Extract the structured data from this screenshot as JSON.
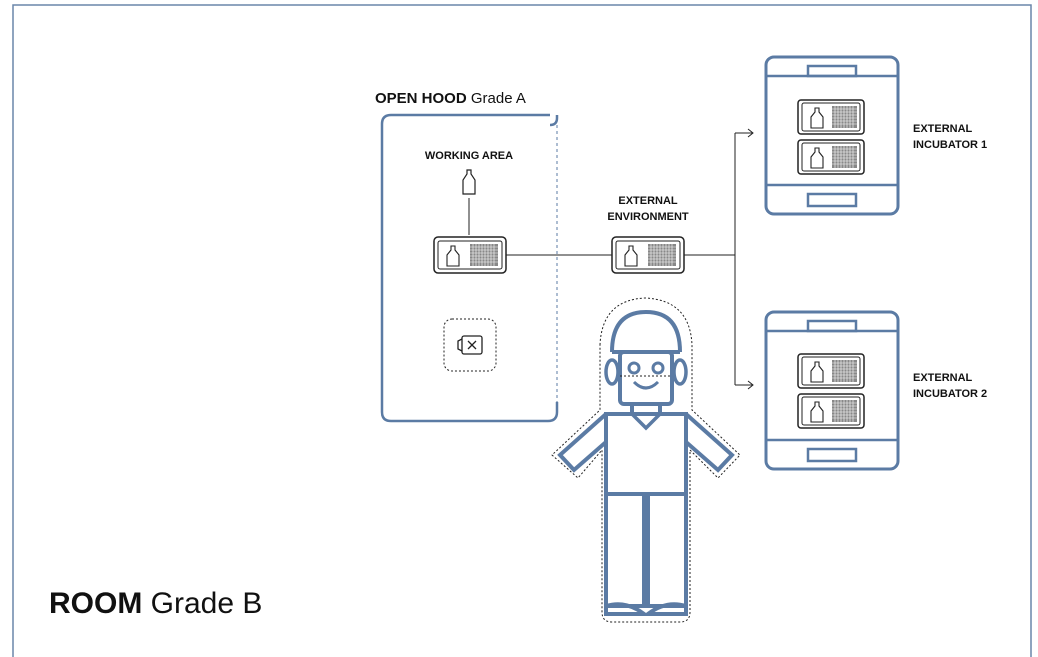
{
  "room": {
    "name_bold": "ROOM",
    "grade": "Grade B"
  },
  "hood": {
    "name_bold": "OPEN HOOD",
    "grade": "Grade A",
    "working_area": "WORKING AREA"
  },
  "external_environment": {
    "line1": "EXTERNAL",
    "line2": "ENVIRONMENT"
  },
  "incubator1": {
    "line1": "EXTERNAL",
    "line2": "INCUBATOR 1"
  },
  "incubator2": {
    "line1": "EXTERNAL",
    "line2": "INCUBATOR 2"
  },
  "colors": {
    "stroke": "#5b7ba4",
    "dark": "#222222",
    "frame": "#6a86aa"
  },
  "icons": [
    "bottle-icon",
    "plate-icon",
    "disposal-icon",
    "incubator-icon",
    "operator-figure"
  ]
}
